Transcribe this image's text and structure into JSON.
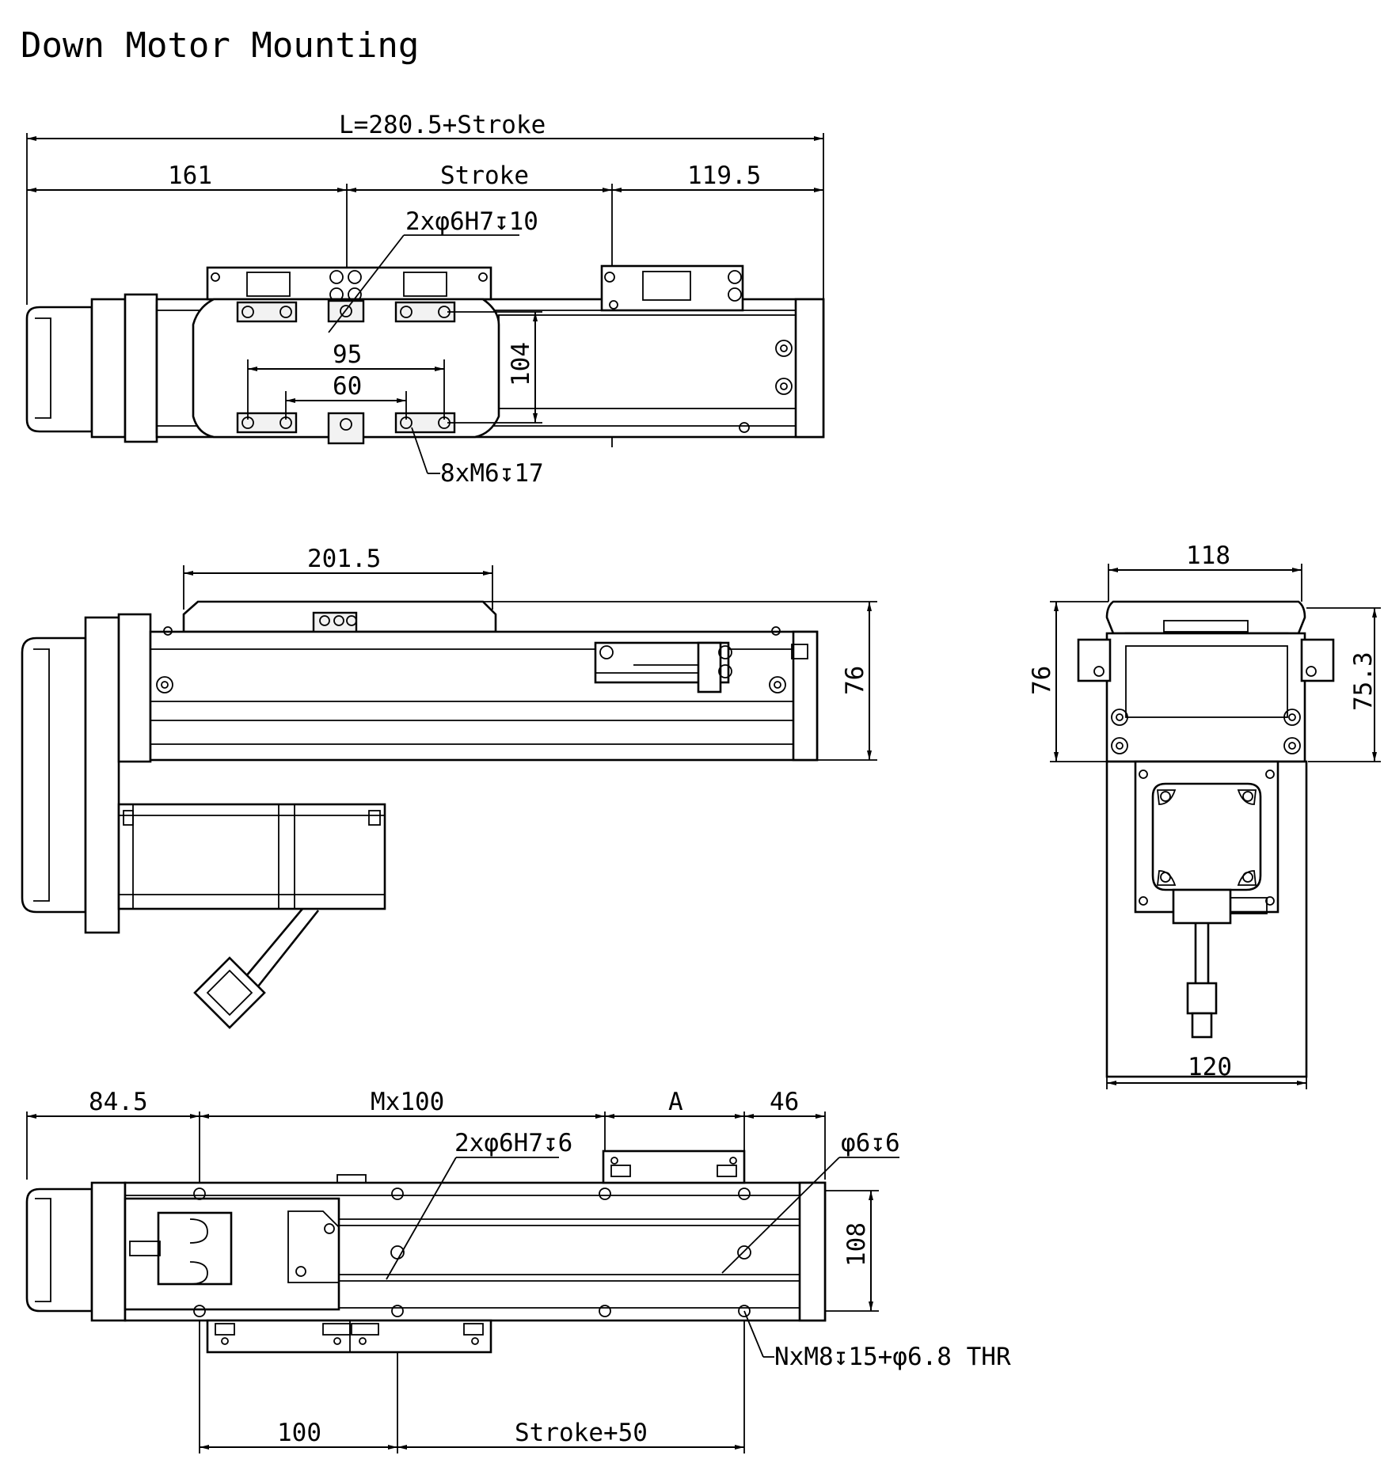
{
  "title": "Down Motor Mounting",
  "top_view": {
    "overall_length": "L=280.5+Stroke",
    "left_offset": "161",
    "stroke": "Stroke",
    "right_offset": "119.5",
    "dowel_callout": "2xφ6H7↧10",
    "hole_pitch_x": "95",
    "hole_pitch_inner": "60",
    "hole_pitch_y": "104",
    "screw_callout": "8xM6↧17"
  },
  "side_view": {
    "carriage_length": "201.5",
    "height": "76"
  },
  "end_view": {
    "top_width": "118",
    "height_left": "76",
    "height_right": "75.3",
    "base_width": "120"
  },
  "bottom_view": {
    "left_offset": "84.5",
    "hole_spacing": "Mx100",
    "a_dim": "A",
    "right_offset": "46",
    "dowel_callout": "2xφ6H7↧6",
    "pin_callout": "φ6↧6",
    "base_width": "108",
    "mount_holes_callout": "NxM8↧15+φ6.8 THR",
    "first_hole": "100",
    "stroke_plus": "Stroke+50"
  }
}
